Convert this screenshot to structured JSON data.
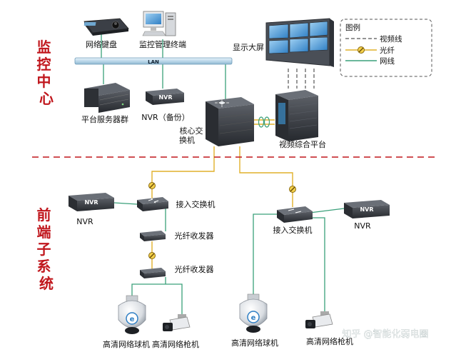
{
  "sections": {
    "top": "监控中心",
    "bottom": "前端子系统"
  },
  "lan_label": "LAN",
  "devices": {
    "keyboard": "网络键盘",
    "terminal": "监控管理终端",
    "display_wall": "显示大屏",
    "platform_server": "平台服务器群",
    "nvr_backup": "NVR（备份）",
    "core_switch_1": "核心交",
    "core_switch_2": "换机",
    "video_platform": "视频综合平台",
    "access_switch_left": "接入交换机",
    "access_switch_right": "接入交换机",
    "nvr_left": "NVR",
    "nvr_right": "NVR",
    "transceiver_1": "光纤收发器",
    "transceiver_2": "光纤收发器",
    "dome_left": "高清网络球机",
    "bullet_left": "高清网络枪机",
    "dome_right": "高清网络球机",
    "bullet_right": "高清网络枪机"
  },
  "nvr_badge": "NVR",
  "legend": {
    "title": "图例",
    "items": [
      "视频线",
      "光纤",
      "网线"
    ]
  },
  "watermark": "知乎 @智能化弱电圈",
  "colors": {
    "network": "#3aa07a",
    "fiber": "#e0b12a",
    "video": "#555555",
    "title_red": "#c0161c",
    "lan_bar": "#bcd8ea"
  }
}
